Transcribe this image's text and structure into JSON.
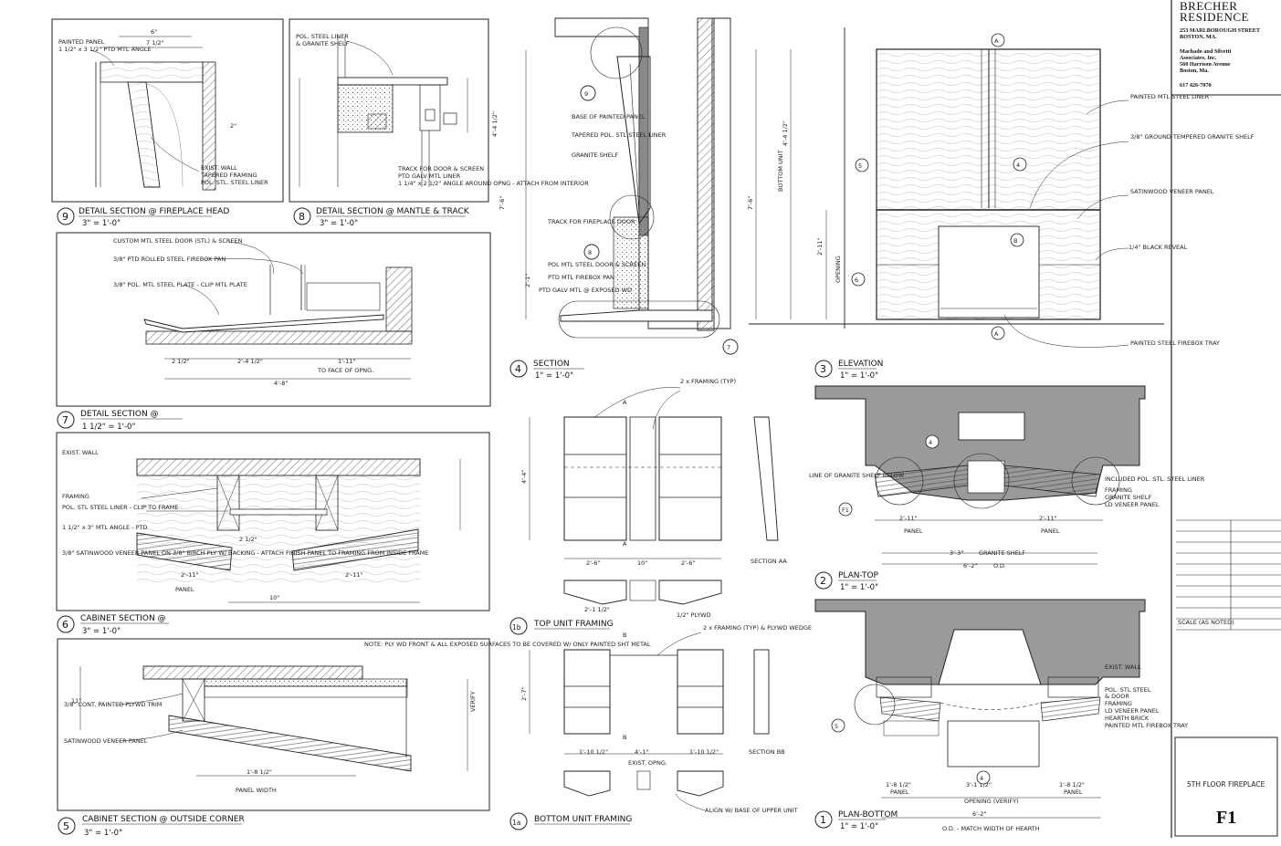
{
  "title_block": {
    "project": "BRECHER",
    "project_line2": "RESIDENCE",
    "address_1": "253 MARLBOROUGH STREET",
    "address_2": "BOSTON, MA.",
    "firm_1": "Machado and Silvetti",
    "firm_2": "Associates, Inc.",
    "firm_3": "560 Harrison Avenue",
    "firm_4": "Boston, Ma.",
    "phone": "617 426-7070",
    "scale_note": "SCALE (AS NOTED)",
    "drawing_title": "5TH FLOOR FIREPLACE",
    "sheet_number": "F1"
  },
  "details": [
    {
      "id": "9",
      "title": "DETAIL SECTION @ FIREPLACE HEAD",
      "scale": "3\" = 1'-0\""
    },
    {
      "id": "8",
      "title": "DETAIL SECTION @ MANTLE & TRACK",
      "scale": "3\" = 1'-0\""
    },
    {
      "id": "7",
      "title": "DETAIL SECTION @",
      "scale": "1 1/2\" = 1'-0\""
    },
    {
      "id": "6",
      "title": "CABINET SECTION @",
      "scale": "3\" = 1'-0\""
    },
    {
      "id": "5",
      "title": "CABINET SECTION @ OUTSIDE CORNER",
      "scale": "3\" = 1'-0\""
    },
    {
      "id": "4",
      "title": "SECTION",
      "scale": "1\" = 1'-0\""
    },
    {
      "id": "3",
      "title": "ELEVATION",
      "scale": "1\" = 1'-0\""
    },
    {
      "id": "2",
      "title": "PLAN-TOP",
      "scale": "1\" = 1'-0\""
    },
    {
      "id": "1",
      "title": "PLAN-BOTTOM",
      "scale": "1\" = 1'-0\""
    },
    {
      "id": "1b",
      "title": "TOP UNIT FRAMING",
      "scale": ""
    },
    {
      "id": "1a",
      "title": "BOTTOM UNIT FRAMING",
      "scale": ""
    }
  ],
  "notes": {
    "n9_a": "PAINTED PANEL",
    "n9_b": "1 1/2\" x 3 1/2\" PTD MTL ANGLE",
    "n9_c": "EXIST. WALL",
    "n9_d": "TAPERED FRAMING",
    "n9_e": "POL. STL. STEEL LINER",
    "n8_a": "POL. STEEL LINER",
    "n8_b": "& GRANITE SHELF",
    "n8_c": "TRACK FOR DOOR & SCREEN",
    "n8_d": "PTD GALV MTL LINER",
    "n8_e": "1 1/4\" x 2 1/2\" ANGLE AROUND OPNG - ATTACH FROM INTERIOR",
    "n7_a": "CUSTOM MTL STEEL DOOR (STL) & SCREEN",
    "n7_b": "3/8\" PTD ROLLED STEEL FIREBOX PAN",
    "n7_c": "3/8\" POL. MTL STEEL PLATE - CLIP MTL PLATE",
    "n7_d": "TO FACE OF OPNG.",
    "n6_a": "EXIST. WALL",
    "n6_b": "FRAMING",
    "n6_c": "POL. STL STEEL LINER - CLIP TO FRAME",
    "n6_d": "1 1/2\" x 3\" MTL ANGLE - PTD",
    "n6_e": "3/8\" SATINWOOD VENEER PANEL ON 3/8\" BIRCH PLY W/ BACKING - ATTACH FINISH PANEL TO FRAMING FROM INSIDE FRAME",
    "n6_f": "PANEL",
    "n5_a": "3/8\" CONT. PAINTED PLYWD TRIM",
    "n5_b": "SATINWOOD VENEER PANEL",
    "n5_c": "PANEL WIDTH",
    "n5_d": "VERIFY",
    "n5_e": "NOTE: PLY WD FRONT & ALL EXPOSED SURFACES TO BE COVERED W/ ONLY PAINTED SHT METAL",
    "n4_a": "BASE OF PAINTED PANEL",
    "n4_b": "TAPERED POL. STL STEEL LINER",
    "n4_c": "GRANITE SHELF",
    "n4_d": "TRACK FOR FIREPLACE DOOR",
    "n4_e": "POL MTL STEEL DOOR & SCREEN",
    "n4_f": "PTD MTL FIREBOX PAN",
    "n4_g": "PTD GALV MTL @ EXPOSED WD",
    "n4_h": "BOTTOM UNIT",
    "n3_a": "PAINTED MTL STEEL LINER",
    "n3_b": "3/8\" GROUND TEMPERED GRANITE SHELF",
    "n3_c": "SATINWOOD VENEER PANEL",
    "n3_d": "1/4\" BLACK REVEAL",
    "n3_e": "PAINTED STEEL FIREBOX TRAY",
    "n3_f": "OPENING",
    "n2_a": "LINE OF GRANITE SHELF BELOW",
    "n2_b": "INCLUDED POL. STL. STEEL LINER",
    "n2_c": "FRAMING",
    "n2_d": "GRANITE SHELF",
    "n2_e": "LD VENEER PANEL",
    "n2_f": "PANEL",
    "n2_g": "GRANITE SHELF",
    "n2_h": "O.D.",
    "n1_a": "EXIST. WALL",
    "n1_b": "POL. STL STEEL",
    "n1_c": "& DOOR",
    "n1_d": "FRAMING",
    "n1_e": "LD VENEER PANEL",
    "n1_f": "HEARTH BRICK",
    "n1_g": "PAINTED MTL FIREBOX TRAY",
    "n1_h": "OPENING (VERIFY)",
    "n1_i": "O.D. - MATCH WIDTH OF HEARTH",
    "n1b_a": "2 x FRAMING (TYP)",
    "n1b_b": "SECTION AA",
    "n1b_c": "1/2\" PLYWD",
    "n1a_a": "2 x FRAMING (TYP) & PLYWD WEDGE",
    "n1a_b": "EXIST. OPNG.",
    "n1a_c": "SECTION BB",
    "n1a_d": "ALIGN W/ BASE OF UPPER UNIT"
  },
  "dims": {
    "d9_a": "6\"",
    "d9_b": "7 1/2\"",
    "d9_c": "2\"",
    "d7_a": "2 1/2\"",
    "d7_b": "2'-4 1/2\"",
    "d7_c": "1'-11\"",
    "d7_d": "4'-8\"",
    "d6_a": "2'-11\"",
    "d6_b": "2'-11\"",
    "d6_c": "10\"",
    "d6_d": "2 1/2\"",
    "d5_a": "1'-8 1/2\"",
    "d5_b": "11\"",
    "d4_a": "4'-4 1/2\"",
    "d4_b": "7'-6\"",
    "d4_c": "2'-1\"",
    "d3_a": "4'-4 1/2\"",
    "d3_b": "7'-6\"",
    "d3_c": "2'-11\"",
    "d2_a": "2'-11\"",
    "d2_b": "2'-11\"",
    "d2_c": "3'-3\"",
    "d2_d": "6'-2\"",
    "d1_a": "1'-8 1/2\"",
    "d1_b": "3'-1 1/2\"",
    "d1_c": "1'-8 1/2\"",
    "d1_d": "6'-2\"",
    "d1b_a": "4'-4\"",
    "d1b_b": "2'-6\"",
    "d1b_c": "2'-6\"",
    "d1b_d": "10\"",
    "d1b_e": "2'-1 1/2\"",
    "d1a_a": "2'-7\"",
    "d1a_b": "1'-10 1/2\"",
    "d1a_c": "1'-10 1/2\"",
    "d1a_d": "4'-1\""
  },
  "tags": {
    "t_a": "A",
    "t_b": "B",
    "t_4": "4",
    "t_5": "5",
    "t_6": "6",
    "t_7": "7",
    "t_8": "8",
    "t_9": "9",
    "t_f1": "F1"
  },
  "colors": {
    "line": "#1a1a1a",
    "shade": "#8a8a8a",
    "wall": "#9a9a9a",
    "paper": "#ffffff"
  }
}
